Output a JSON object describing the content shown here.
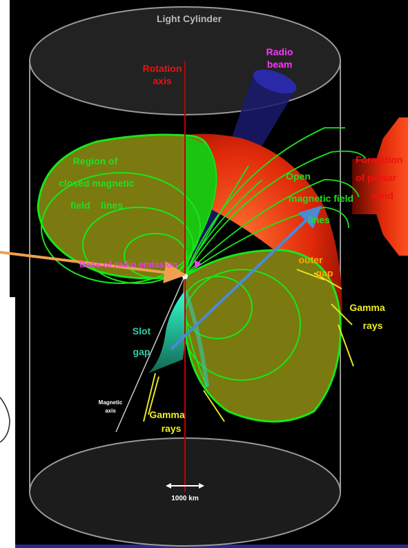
{
  "labels": {
    "light_cylinder": "Light Cylinder",
    "radio_beam": [
      "Radio",
      "beam"
    ],
    "rotation_axis": [
      "Rotation",
      "axis"
    ],
    "formation": [
      "Formation",
      "of pulsar",
      "wind"
    ],
    "closed_region": [
      "Region of",
      "closed magnetic",
      "field    lines"
    ],
    "open_lines": [
      "Open",
      "magnetic field",
      "lines"
    ],
    "polar_cap": "Base of radio emission",
    "outer_gap": [
      "outer",
      "gap"
    ],
    "gamma_rays_right": [
      "Gamma",
      "rays"
    ],
    "slot_gap": [
      "Slot",
      "gap"
    ],
    "magnetic_axis": [
      "Magnetic",
      "axis"
    ],
    "gamma_rays_bottom": [
      "Gamma",
      "rays"
    ],
    "scale_bar": "1000 km"
  },
  "colors": {
    "background": "#000000",
    "cylinder_outline": "#9a9a9a",
    "closed_region_fill": "#7a7a10",
    "field_line_green": "#19e619",
    "wind_red": "#e83010",
    "rotation_axis": "#c00000",
    "magnetic_axis_arrow": "#4a8ad8",
    "incoming_arrow": "#f0a050",
    "label_green": "#22dd22",
    "label_red": "#ee1111",
    "label_magenta": "#ff33ff",
    "label_yellow": "#eeee22",
    "label_orange": "#ffaa00"
  }
}
